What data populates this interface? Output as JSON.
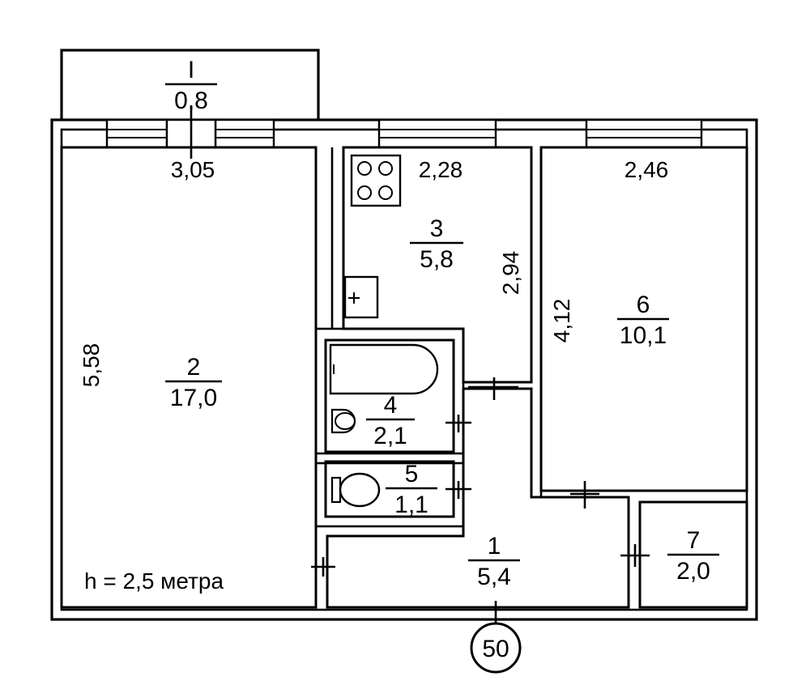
{
  "rooms": [
    {
      "id": "balcony",
      "number": "I",
      "area": "0,8"
    },
    {
      "id": "room2",
      "number": "2",
      "area": "17,0"
    },
    {
      "id": "room3",
      "number": "3",
      "area": "5,8"
    },
    {
      "id": "room6",
      "number": "6",
      "area": "10,1"
    },
    {
      "id": "room4",
      "number": "4",
      "area": "2,1"
    },
    {
      "id": "room5",
      "number": "5",
      "area": "1,1"
    },
    {
      "id": "room1",
      "number": "1",
      "area": "5,4"
    },
    {
      "id": "room7",
      "number": "7",
      "area": "2,0"
    }
  ],
  "dimensions": {
    "room2_width": "3,05",
    "room2_length": "5,58",
    "kitchen_width": "2,28",
    "kitchen_length": "2,94",
    "room6_width": "2,46",
    "room6_length": "4,12"
  },
  "ceiling_note": "h = 2,5 метра",
  "apartment_number": "50"
}
